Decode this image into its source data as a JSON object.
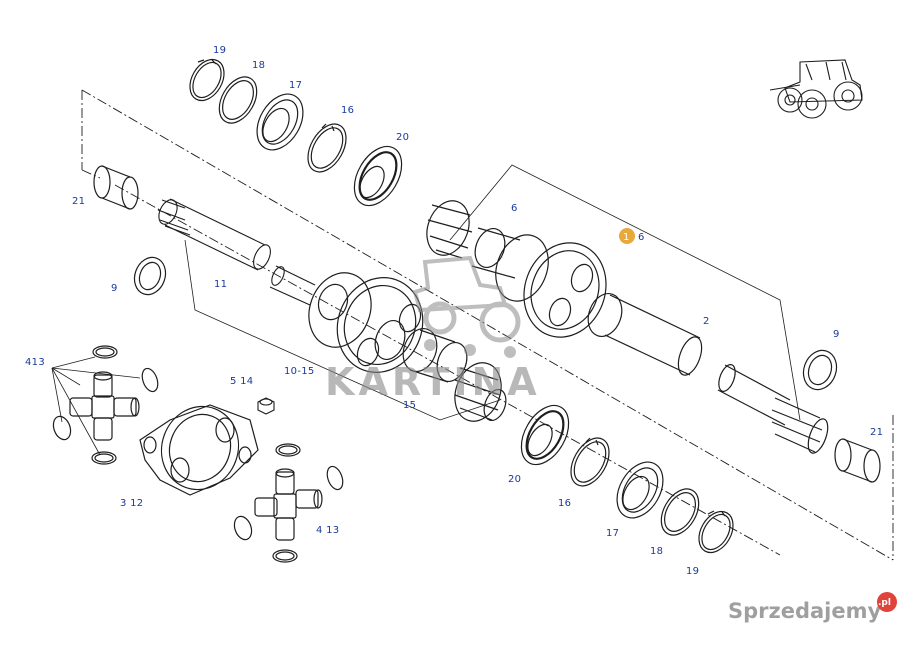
{
  "colors": {
    "line": "#1e1e1e",
    "label": "#1a3a9a",
    "label_bg": "#e9ebf3",
    "accent_badge": "#e8a93a",
    "watermark": "#8a8a8a",
    "brand": "#8f8f8f",
    "brand_dot": "#e0433a"
  },
  "labels": {
    "l19_top": "19",
    "l18_top": "18",
    "l17_top": "17",
    "l16_top": "16",
    "l20_top": "20",
    "l21_left": "21",
    "l6_mid": "6",
    "l1_badge": "1",
    "l6_badge": "6",
    "l11": "11",
    "l9_left": "9",
    "l9_right": "9",
    "l2": "2",
    "l413_left": "413",
    "l514": "5 14",
    "l1015": "10-15",
    "l15": "15",
    "l21_right": "21",
    "l20_bottom": "20",
    "l16_bottom": "16",
    "l17_bottom": "17",
    "l18_bottom": "18",
    "l19_bottom": "19",
    "l312": "3 12",
    "l413_bottom": "4 13"
  },
  "watermark": {
    "text": "KARTINA"
  },
  "brand": {
    "name": "Sprzedajemy",
    "tld": ".pl"
  },
  "icons": {
    "tractor": "tractor-icon",
    "watermark": "tractor-watermark-icon"
  }
}
